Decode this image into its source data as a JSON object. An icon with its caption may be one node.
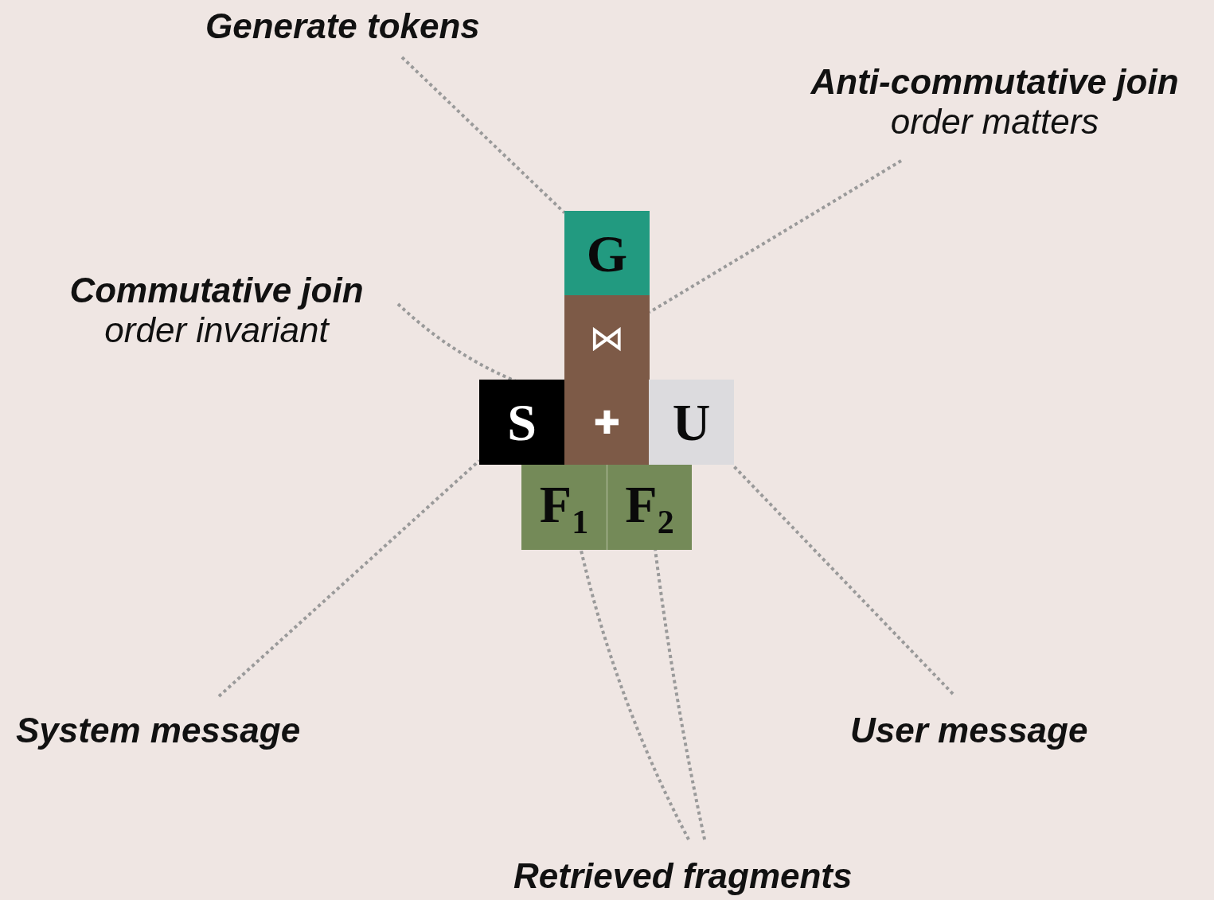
{
  "diagram": {
    "nodes": [
      {
        "text": [
          "Generate tokens"
        ]
      },
      {
        "text": [
          "Anti-commutative join",
          "order matters"
        ]
      },
      {
        "text": [
          "Commutative join",
          "order invariant"
        ]
      },
      {
        "text": [
          "G"
        ]
      },
      {
        "text": [
          "⋈"
        ]
      },
      {
        "text": [
          "S"
        ]
      },
      {
        "text": [
          "✚"
        ]
      },
      {
        "text": [
          "U"
        ]
      },
      {
        "text": [
          "F$_{1}$"
        ]
      },
      {
        "text": [
          "F$_{2}$"
        ]
      },
      {
        "text": [
          "System message"
        ]
      },
      {
        "text": [
          "User message"
        ]
      },
      {
        "text": [
          "Retrieved fragments"
        ]
      }
    ],
    "edges": [
      {
        "from": 0,
        "to": 3,
        "arrow": "none",
        "style": "dashed"
      },
      {
        "from": 1,
        "to": 4,
        "arrow": "none",
        "style": "dashed"
      },
      {
        "from": 2,
        "to": 6,
        "arrow": "none",
        "style": "dashed"
      },
      {
        "from": 10,
        "to": 5,
        "arrow": "none",
        "style": "dashed"
      },
      {
        "from": 11,
        "to": 7,
        "arrow": "none",
        "style": "dashed"
      },
      {
        "from": 12,
        "to": 8,
        "arrow": "none",
        "style": "dashed"
      },
      {
        "from": 12,
        "to": 9,
        "arrow": "none",
        "style": "dashed"
      }
    ]
  }
}
